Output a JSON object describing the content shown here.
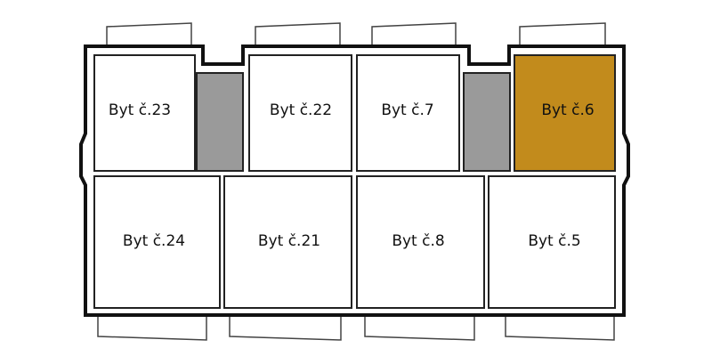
{
  "floorplan": {
    "colors": {
      "selected_fill": "#c28b1c",
      "stair_fill": "#9a9a9a",
      "unit_fill": "#ffffff",
      "wall": "#111111"
    },
    "selected_unit": "Byt č.6",
    "units": {
      "byt23": "Byt č.23",
      "byt22": "Byt č.22",
      "byt7": "Byt č.7",
      "byt6": "Byt č.6",
      "byt24": "Byt č.24",
      "byt21": "Byt č.21",
      "byt8": "Byt č.8",
      "byt5": "Byt č.5"
    }
  }
}
